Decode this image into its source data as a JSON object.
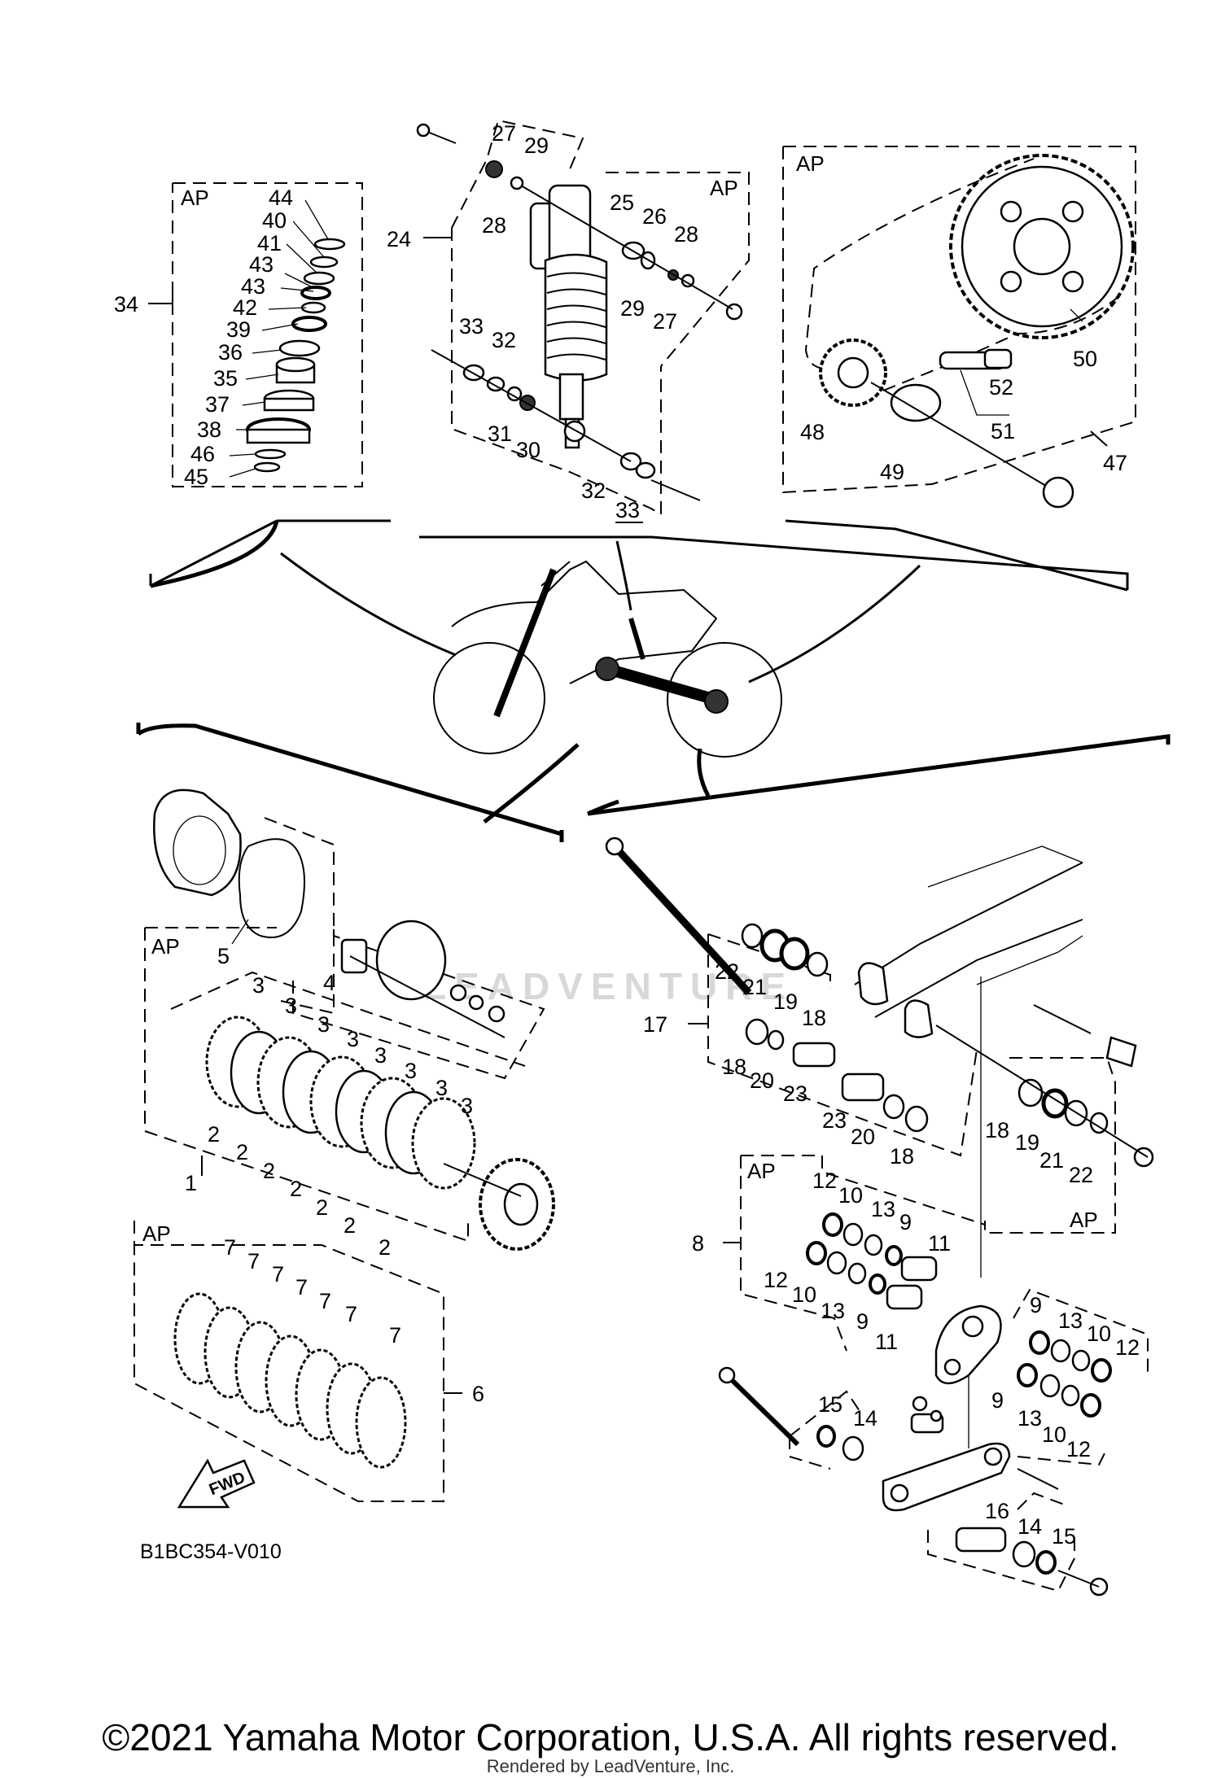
{
  "watermark": "LEADVENTURE",
  "diagram_code": "B1BC354-V010",
  "fwd_label": "FWD",
  "copyright": "©2021 Yamaha Motor Corporation, U.S.A. All rights reserved.",
  "rendered_by": "Rendered by LeadVenture, Inc.",
  "assembly_tags": {
    "ap": "AP"
  },
  "callouts": {
    "n1": "1",
    "n2": "2",
    "n3": "3",
    "n4": "4",
    "n5": "5",
    "n6": "6",
    "n7": "7",
    "n8": "8",
    "n9": "9",
    "n10": "10",
    "n11": "11",
    "n12": "12",
    "n13": "13",
    "n14": "14",
    "n15": "15",
    "n16": "16",
    "n17": "17",
    "n18": "18",
    "n19": "19",
    "n20": "20",
    "n21": "21",
    "n22": "22",
    "n23": "23",
    "n24": "24",
    "n25": "25",
    "n26": "26",
    "n27": "27",
    "n28": "28",
    "n29": "29",
    "n30": "30",
    "n31": "31",
    "n32": "32",
    "n33": "33",
    "n34": "34",
    "n35": "35",
    "n36": "36",
    "n37": "37",
    "n38": "38",
    "n39": "39",
    "n40": "40",
    "n41": "41",
    "n42": "42",
    "n43": "43",
    "n44": "44",
    "n45": "45",
    "n46": "46",
    "n47": "47",
    "n48": "48",
    "n49": "49",
    "n50": "50",
    "n51": "51",
    "n52": "52"
  }
}
